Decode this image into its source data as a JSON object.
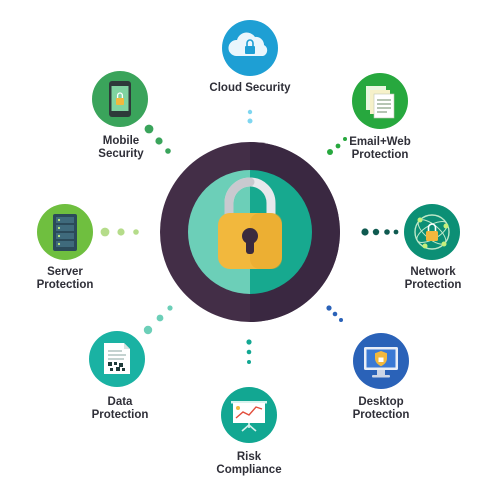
{
  "nodes": [
    {
      "id": "cloud",
      "label": [
        "Cloud Security"
      ],
      "icon": "cloud-lock-icon",
      "color": "#1e9fd4"
    },
    {
      "id": "email",
      "label": [
        "Email+Web",
        "Protection"
      ],
      "icon": "email-documents-icon",
      "color": "#27a83e"
    },
    {
      "id": "network",
      "label": [
        "Network",
        "Protection"
      ],
      "icon": "network-globe-lock-icon",
      "color": "#0c8f75"
    },
    {
      "id": "desktop",
      "label": [
        "Desktop",
        "Protection"
      ],
      "icon": "monitor-shield-icon",
      "color": "#2a62b8"
    },
    {
      "id": "risk",
      "label": [
        "Risk",
        "Compliance"
      ],
      "icon": "presentation-chart-icon",
      "color": "#12a792"
    },
    {
      "id": "data",
      "label": [
        "Data",
        "Protection"
      ],
      "icon": "document-qr-icon",
      "color": "#1ab2a3"
    },
    {
      "id": "server",
      "label": [
        "Server",
        "Protection"
      ],
      "icon": "server-rack-icon",
      "color": "#6fbf3f"
    },
    {
      "id": "mobile",
      "label": [
        "Mobile",
        "Security"
      ],
      "icon": "mobile-lock-icon",
      "color": "#3aa45b"
    }
  ],
  "center": {
    "icon": "padlock-icon",
    "outer_color": "#432e47",
    "left_color": "#6ccfb8",
    "right_color": "#17a98f",
    "lock_color": "#f2b83d"
  }
}
